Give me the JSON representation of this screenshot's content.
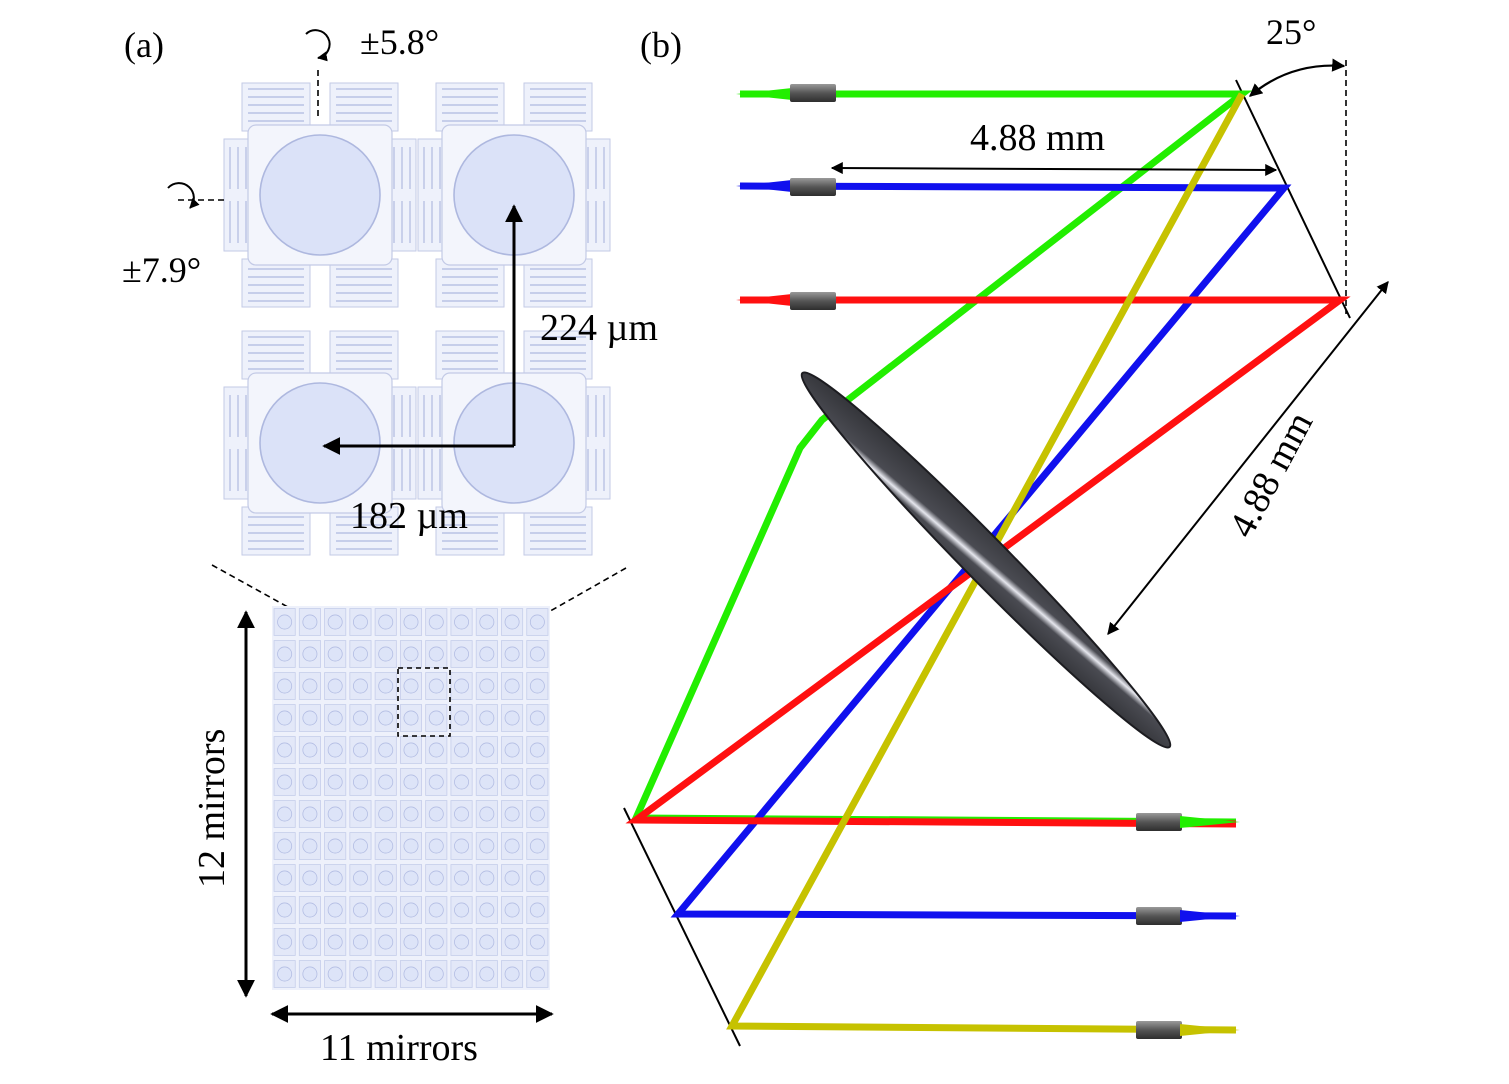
{
  "labels": {
    "panel_a": "(a)",
    "panel_b": "(b)",
    "tilt_y": "±5.8°",
    "tilt_x": "±7.9°",
    "pitch_y": "224 µm",
    "pitch_x": "182 µm",
    "rows": "12 mirrors",
    "cols": "11 mirrors",
    "top_gap": "4.88 mm",
    "diag_gap": "4.88 mm",
    "angle": "25°"
  },
  "array": {
    "rows": 12,
    "cols": 11
  },
  "beams": [
    {
      "name": "green",
      "color": "#22ee00"
    },
    {
      "name": "blue",
      "color": "#1010ee"
    },
    {
      "name": "red",
      "color": "#ff1010"
    },
    {
      "name": "yellow",
      "color": "#c6c200"
    }
  ],
  "colors": {
    "mirror_fill": "#dde4f8",
    "lens": "#3a3b40",
    "fiber": "#666666"
  }
}
